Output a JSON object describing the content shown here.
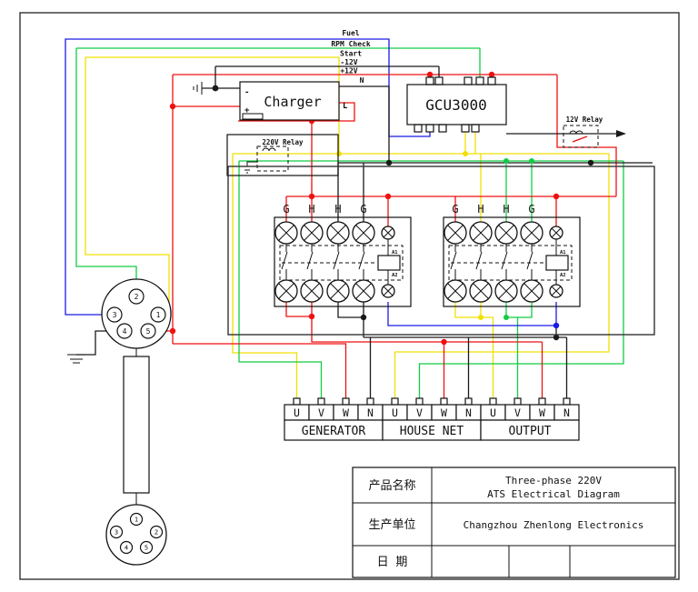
{
  "top_signals": {
    "fuel": "Fuel",
    "rpm_check": "RPM Check",
    "start": "Start",
    "neg12v": "-12V",
    "pos12v": "+12V",
    "n": "N",
    "l": "L"
  },
  "charger": {
    "label": "Charger",
    "minus": "-",
    "plus": "+"
  },
  "controller": {
    "label": "GCU3000"
  },
  "relay_220v": {
    "label": "220V Relay"
  },
  "relay_12v": {
    "label": "12V Relay"
  },
  "contactors": {
    "column_labels": [
      "G",
      "H",
      "H",
      "G"
    ],
    "coil_top": "A1",
    "coil_bottom": "A2"
  },
  "connector_top": {
    "pins": [
      "1",
      "2",
      "3",
      "4",
      "5"
    ]
  },
  "connector_bottom": {
    "pins": [
      "1",
      "2",
      "3",
      "4",
      "5"
    ]
  },
  "terminal_strip": {
    "cells": [
      "U",
      "V",
      "W",
      "N",
      "U",
      "V",
      "W",
      "N",
      "U",
      "V",
      "W",
      "N"
    ],
    "groups": [
      "GENERATOR",
      "HOUSE NET",
      "OUTPUT"
    ]
  },
  "title_block": {
    "product_label": "产品名称",
    "product_line1": "Three-phase 220V",
    "product_line2": "ATS Electrical Diagram",
    "manufacturer_label": "生产单位",
    "manufacturer": "Changzhou Zhenlong Electronics",
    "date_label": "日 期"
  },
  "colors": {
    "wire_blue": "#1a1ae6",
    "wire_green": "#11cc44",
    "wire_yellow": "#f0e000",
    "wire_red": "#ee1111",
    "wire_black": "#1a1a1a",
    "frame": "#333333"
  }
}
